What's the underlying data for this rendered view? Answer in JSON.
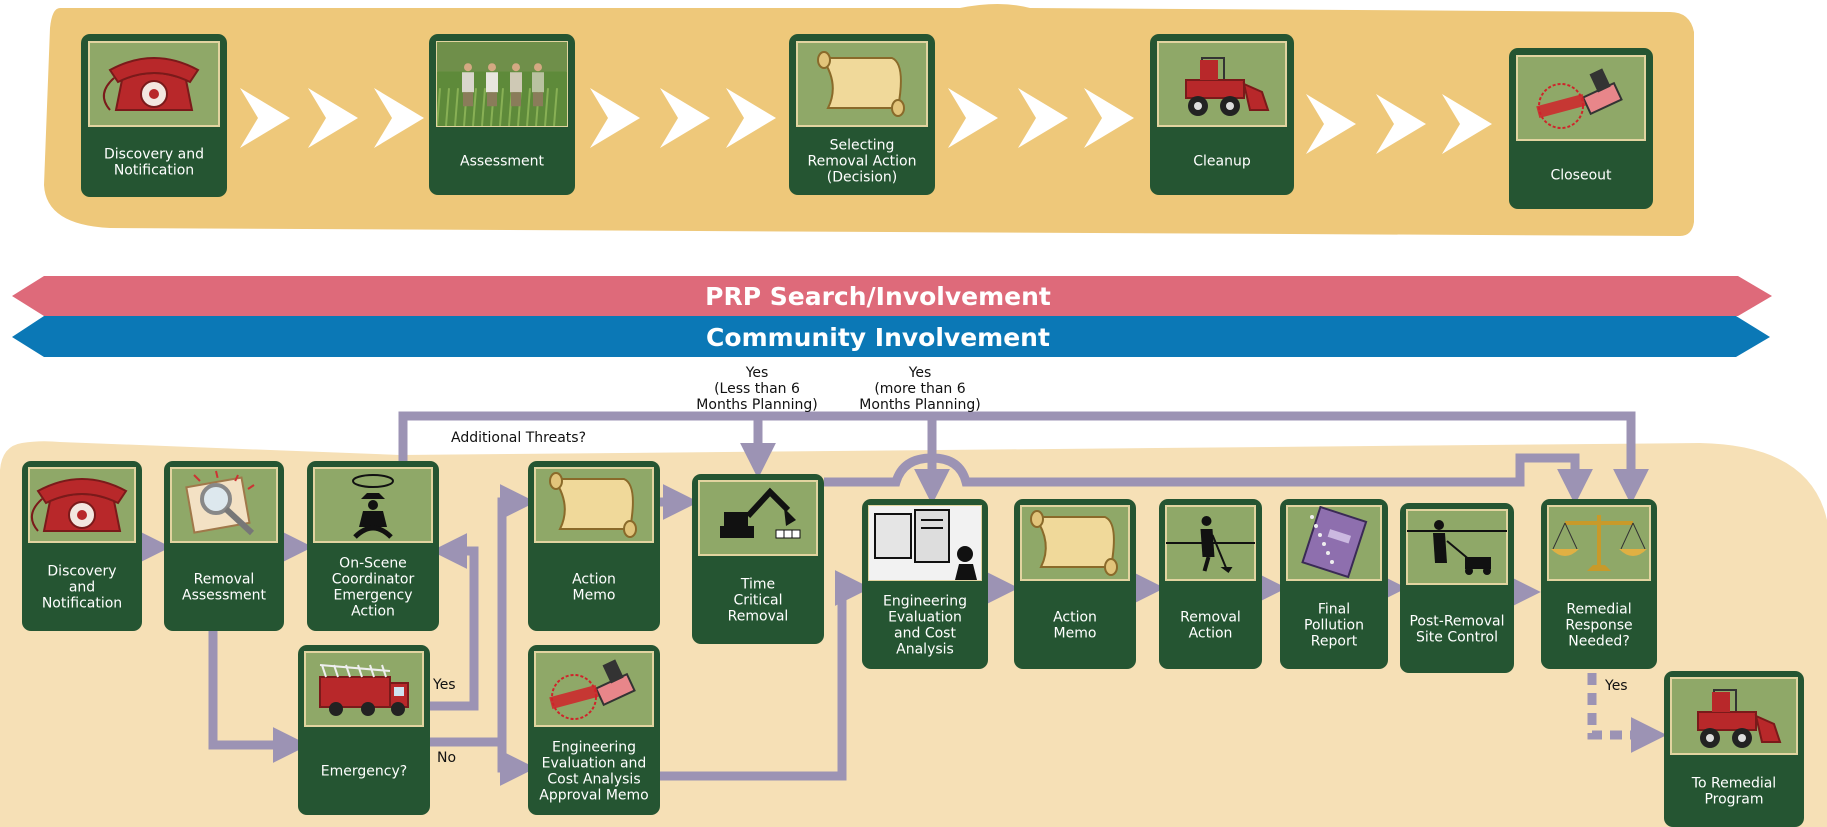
{
  "colors": {
    "top_panel": "#eec87a",
    "bottom_panel": "#f6e0b6",
    "card": "#255532",
    "thumb": "#8fa868",
    "thumb_border": "#e2d4a0",
    "connector": "#9c93b4",
    "chevron": "#ffffff",
    "prp_band": "#de6a7a",
    "community_band": "#0b78b6"
  },
  "phases": [
    {
      "id": "p1",
      "label": [
        "Discovery and",
        "Notification"
      ],
      "icon": "telephone-icon"
    },
    {
      "id": "p2",
      "label": [
        "Assessment"
      ],
      "icon": "field-photo-icon"
    },
    {
      "id": "p3",
      "label": [
        "Selecting",
        "Removal Action",
        "(Decision)"
      ],
      "icon": "scroll-icon"
    },
    {
      "id": "p4",
      "label": [
        "Cleanup"
      ],
      "icon": "bulldozer-icon"
    },
    {
      "id": "p5",
      "label": [
        "Closeout"
      ],
      "icon": "approved-stamp-icon"
    }
  ],
  "bands": {
    "prp": "PRP Search/Involvement",
    "community": "Community Involvement"
  },
  "steps": [
    {
      "id": "b1",
      "label": [
        "Discovery",
        "and",
        "Notification"
      ],
      "icon": "telephone-icon"
    },
    {
      "id": "b2",
      "label": [
        "Removal",
        "Assessment"
      ],
      "icon": "magnifier-icon"
    },
    {
      "id": "b3",
      "label": [
        "On-Scene",
        "Coordinator",
        "Emergency",
        "Action"
      ],
      "icon": "cowboy-lasso-icon"
    },
    {
      "id": "b4",
      "label": [
        "Emergency?"
      ],
      "icon": "fire-truck-icon"
    },
    {
      "id": "b5",
      "label": [
        "Action",
        "Memo"
      ],
      "icon": "scroll-icon"
    },
    {
      "id": "b6",
      "label": [
        "Engineering",
        "Evaluation and",
        "Cost Analysis",
        "Approval Memo"
      ],
      "icon": "approved-stamp-icon"
    },
    {
      "id": "b7",
      "label": [
        "Time",
        "Critical",
        "Removal"
      ],
      "icon": "excavator-icon"
    },
    {
      "id": "b8",
      "label": [
        "Engineering",
        "Evaluation",
        "and Cost",
        "Analysis"
      ],
      "icon": "lab-equipment-icon"
    },
    {
      "id": "b9",
      "label": [
        "Action",
        "Memo"
      ],
      "icon": "scroll-icon"
    },
    {
      "id": "b10",
      "label": [
        "Removal",
        "Action"
      ],
      "icon": "worker-sweeping-icon"
    },
    {
      "id": "b11",
      "label": [
        "Final",
        "Pollution",
        "Report"
      ],
      "icon": "notebook-icon"
    },
    {
      "id": "b12",
      "label": [
        "Post-Removal",
        "Site Control"
      ],
      "icon": "lawn-mower-icon"
    },
    {
      "id": "b13",
      "label": [
        "Remedial",
        "Response",
        "Needed?"
      ],
      "icon": "scales-icon"
    },
    {
      "id": "b14",
      "label": [
        "To Remedial",
        "Program"
      ],
      "icon": "bulldozer-icon"
    }
  ],
  "annotations": {
    "additional_threats": "Additional Threats?",
    "yes_less": [
      "Yes",
      "(Less than 6",
      "Months Planning)"
    ],
    "yes_more": [
      "Yes",
      "(more than 6",
      "Months Planning)"
    ],
    "yes_emergency": "Yes",
    "no_emergency": "No",
    "yes_remedial": "Yes"
  }
}
